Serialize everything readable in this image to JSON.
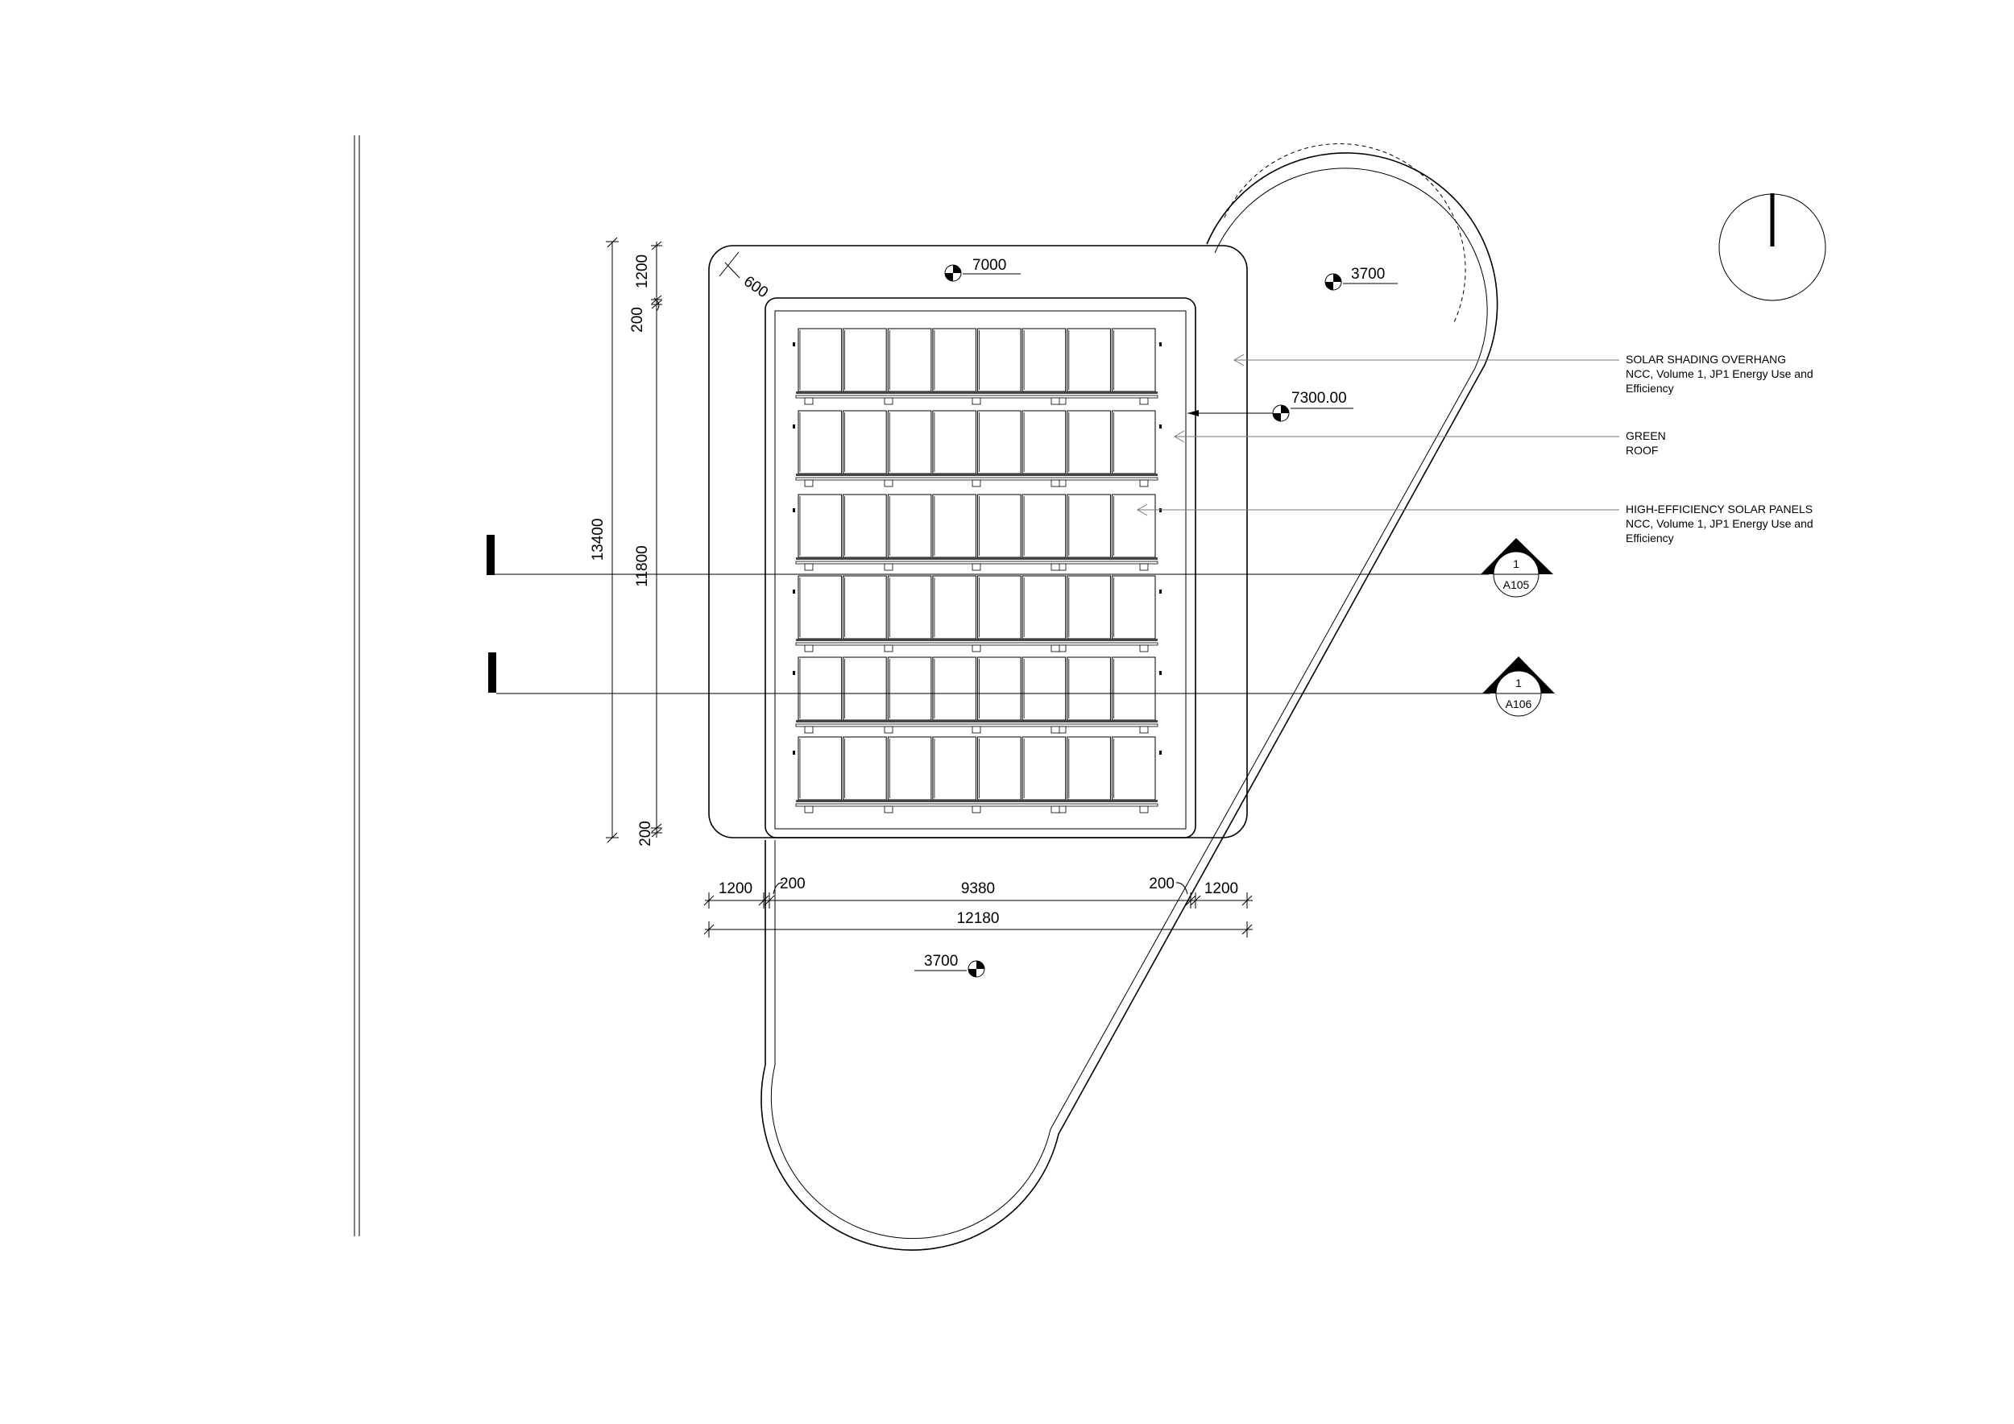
{
  "dimensions": {
    "top_width": "7000",
    "top_right_radius": "3700",
    "bottom_radius": "3700",
    "corner_radius": "600",
    "overhang_level": "7300.00",
    "left_overall": "13400",
    "left_inner": "11800",
    "left_top_overhang": "1200",
    "left_top_offset": "200",
    "left_bottom_offset": "200",
    "bottom_left_overhang": "1200",
    "bottom_left_offset": "200",
    "bottom_inner": "9380",
    "bottom_right_offset": "200",
    "bottom_right_overhang": "1200",
    "bottom_overall": "12180"
  },
  "annotations": {
    "solar_shading": {
      "line1": "SOLAR SHADING OVERHANG",
      "line2": "NCC, Volume 1, JP1 Energy Use and",
      "line3": "Efficiency"
    },
    "green_roof": {
      "line1": "GREEN",
      "line2": "ROOF"
    },
    "solar_panels": {
      "line1": "HIGH-EFFICIENCY SOLAR PANELS",
      "line2": "NCC, Volume 1, JP1 Energy Use and",
      "line3": "Efficiency"
    }
  },
  "section_markers": [
    {
      "number": "1",
      "sheet": "A105"
    },
    {
      "number": "1",
      "sheet": "A106"
    }
  ],
  "solar_array": {
    "rows": 6,
    "panels_per_row": 8
  }
}
